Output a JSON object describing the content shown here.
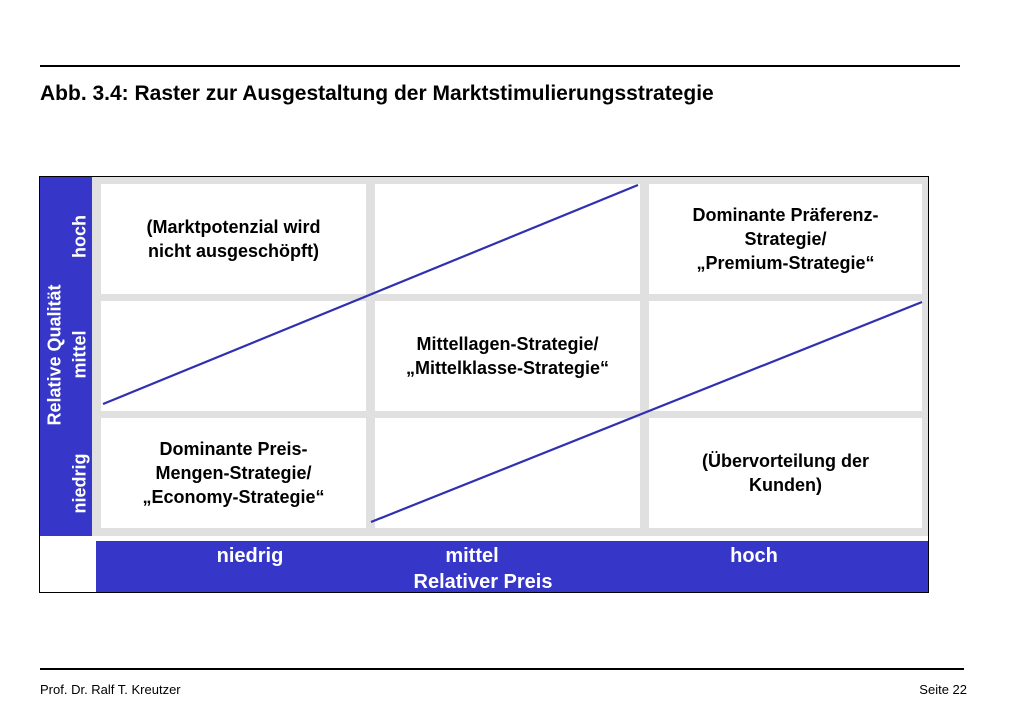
{
  "title": "Abb. 3.4: Raster zur Ausgestaltung der Marktstimulierungsstrategie",
  "y_axis": {
    "label": "Relative Qualität",
    "levels": [
      "niedrig",
      "mittel",
      "hoch"
    ]
  },
  "x_axis": {
    "label": "Relativer Preis",
    "levels": [
      "niedrig",
      "mittel",
      "hoch"
    ]
  },
  "cells": {
    "hoch_niedrig": "(Marktpotenzial wird\nnicht ausgeschöpft)",
    "hoch_mittel": "",
    "hoch_hoch": "Dominante Präferenz-\nStrategie/\n„Premium-Strategie“",
    "mittel_niedrig": "",
    "mittel_mittel": "Mittellagen-Strategie/\n„Mittelklasse-Strategie“",
    "mittel_hoch": "",
    "niedrig_niedrig": "Dominante Preis-\nMengen-Strategie/\n„Economy-Strategie“",
    "niedrig_mittel": "",
    "niedrig_hoch": "(Übervorteilung der\nKunden)"
  },
  "colors": {
    "band": "#3636c8",
    "line": "#3030b0",
    "grid": "#e0e0e0"
  },
  "footer": {
    "author": "Prof. Dr. Ralf T. Kreutzer",
    "page": "Seite 22"
  }
}
